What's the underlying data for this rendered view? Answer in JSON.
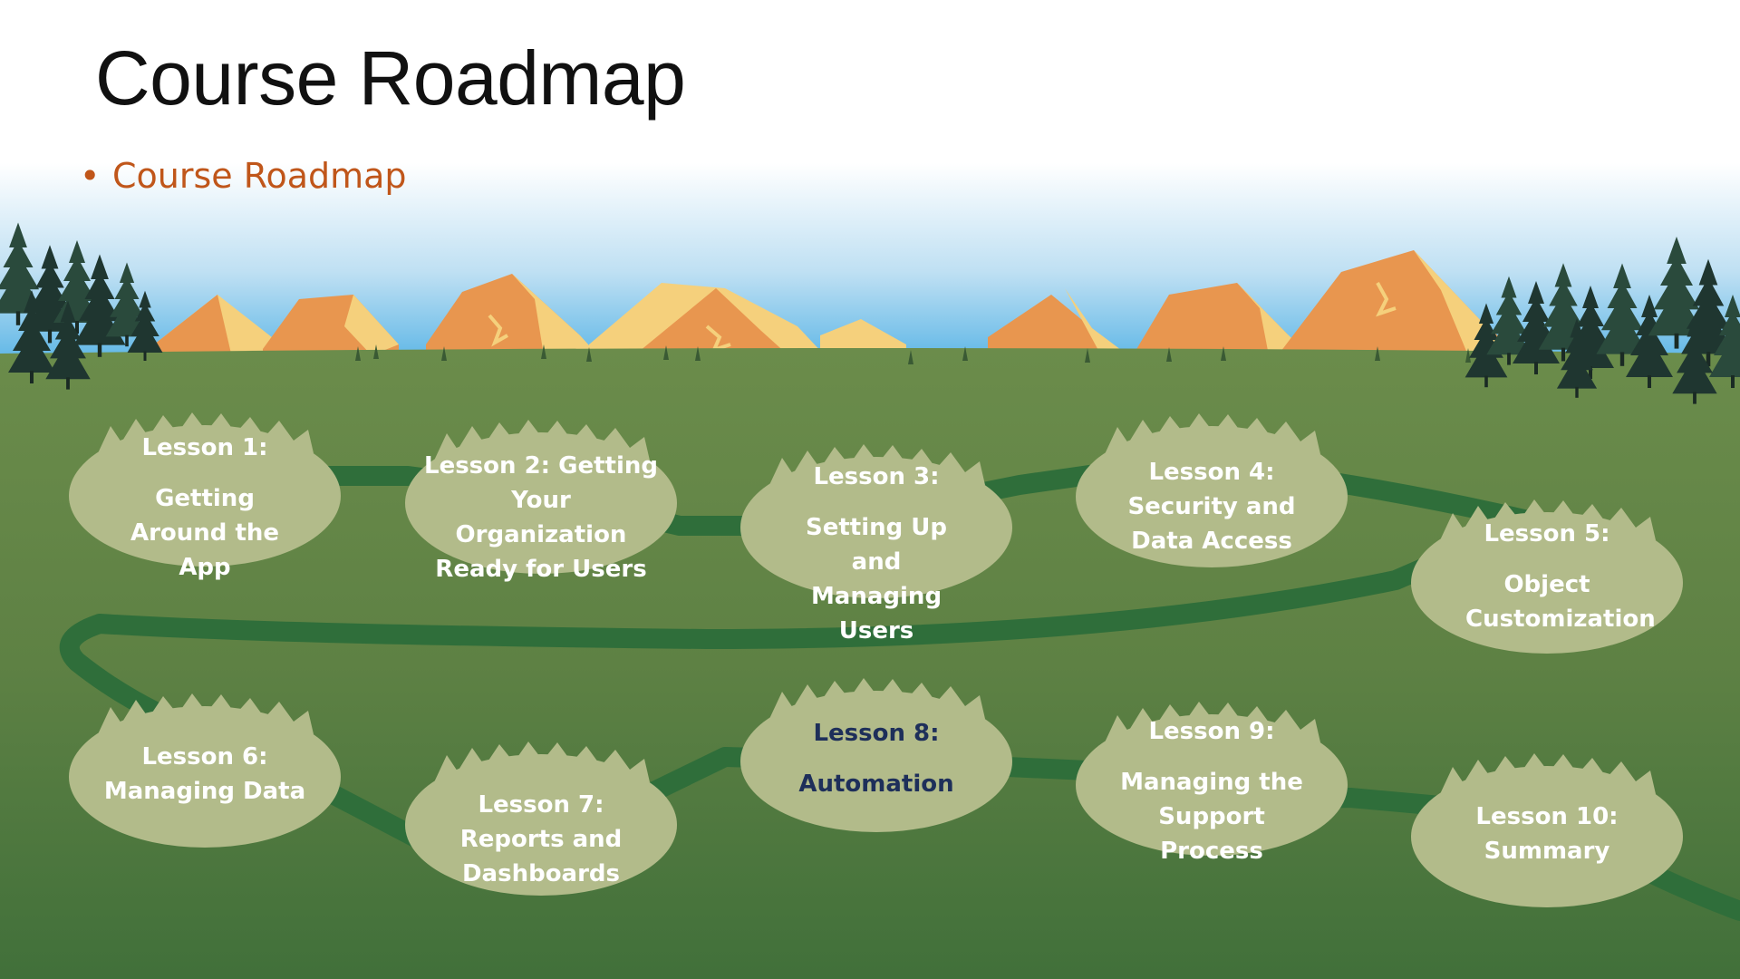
{
  "slide": {
    "title": "Course Roadmap",
    "bullet": "Course Roadmap"
  },
  "colors": {
    "title": "#111111",
    "bullet": "#c0561a",
    "sky_top": "#ffffff",
    "sky_bottom": "#5db6e6",
    "meadow": "#5e8144",
    "path": "#2f6e3a",
    "lesson_bubble": "#b2bb8a",
    "lesson_text": "#ffffff",
    "current_lesson_text": "#1e2f5a"
  },
  "lessons": [
    {
      "heading": "Lesson 1:",
      "topic": "Getting Around the App"
    },
    {
      "heading": "Lesson 2: Getting Your Organization Ready for Users",
      "topic": ""
    },
    {
      "heading": "Lesson 3:",
      "topic": "Setting Up and Managing Users"
    },
    {
      "heading": "Lesson 4: Security and Data Access",
      "topic": ""
    },
    {
      "heading": "Lesson 5:",
      "topic": "Object Customization"
    },
    {
      "heading": "Lesson 6:",
      "topic": "Managing Data"
    },
    {
      "heading": "Lesson 7: Reports and Dashboards",
      "topic": ""
    },
    {
      "heading": "Lesson 8:",
      "topic": "Automation",
      "current": true
    },
    {
      "heading": "Lesson 9:",
      "topic": "Managing the Support Process"
    },
    {
      "heading": "Lesson 10:",
      "topic": "Summary"
    }
  ]
}
